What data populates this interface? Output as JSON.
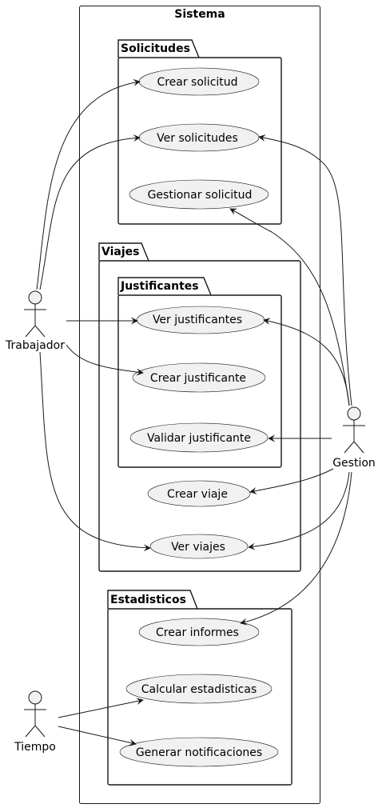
{
  "system": {
    "title": "Sistema"
  },
  "packages": {
    "solicitudes": "Solicitudes",
    "viajes": "Viajes",
    "justificantes": "Justificantes",
    "estadisticos": "Estadisticos"
  },
  "actors": {
    "trabajador": "Trabajador",
    "gestion": "Gestion",
    "tiempo": "Tiempo"
  },
  "use_cases": {
    "crear_solicitud": "Crear solicitud",
    "ver_solicitudes": "Ver solicitudes",
    "gestionar_solicitud": "Gestionar solicitud",
    "ver_justificantes": "Ver justificantes",
    "crear_justificante": "Crear justificante",
    "validar_justificante": "Validar justificante",
    "crear_viaje": "Crear viaje",
    "ver_viajes": "Ver viajes",
    "crear_informes": "Crear informes",
    "calcular_estadisticas": "Calcular estadisticas",
    "generar_notificaciones": "Generar notificaciones"
  },
  "colors": {
    "ellipse_fill": "#f1f1f1",
    "stroke": "#181818",
    "background": "#ffffff"
  }
}
